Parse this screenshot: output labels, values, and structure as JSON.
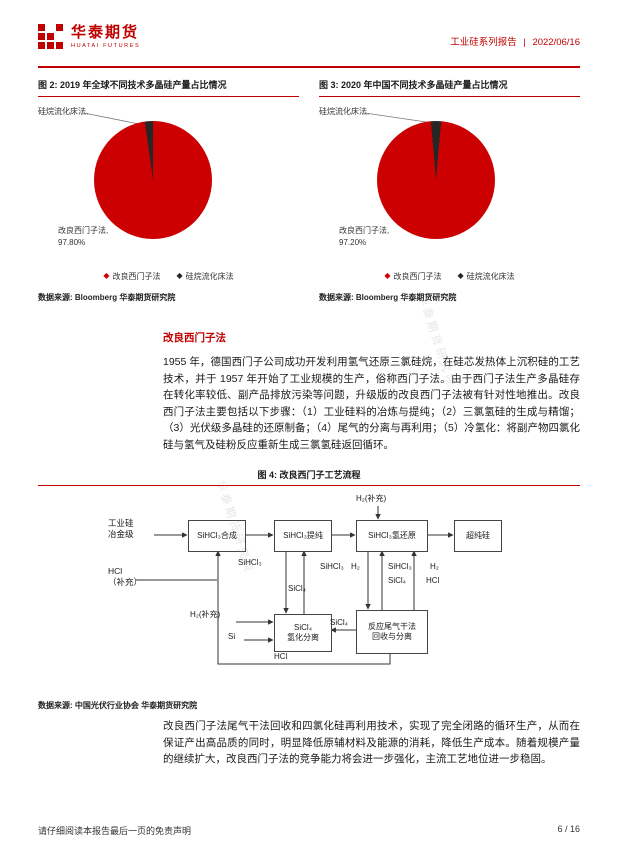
{
  "header": {
    "brand_cn": "华泰期货",
    "brand_en": "HUATAI FUTURES",
    "series": "工业硅系列报告",
    "separator": "|",
    "date": "2022/06/16"
  },
  "colors": {
    "accent_red": "#C00000",
    "pie_major": "#CC0000",
    "pie_minor": "#262626"
  },
  "chart_data": [
    {
      "type": "pie",
      "title": "图 2: 2019 年全球不同技术多晶硅产量占比情况",
      "labels": [
        "改良西门子法",
        "硅烷流化床法"
      ],
      "values": [
        97.8,
        2.2
      ],
      "colors": [
        "#CC0000",
        "#262626"
      ],
      "legend_position": "bottom"
    },
    {
      "type": "pie",
      "title": "图 3: 2020 年中国不同技术多晶硅产量占比情况",
      "labels": [
        "改良西门子法",
        "硅烷流化床法"
      ],
      "values": [
        97.2,
        2.8
      ],
      "colors": [
        "#CC0000",
        "#262626"
      ],
      "legend_position": "bottom"
    }
  ],
  "figures": {
    "fig2": {
      "title": "图 2: 2019 年全球不同技术多晶硅产量占比情况",
      "minor_label": "硅烷流化床法,",
      "major_label_line1": "改良西门子法,",
      "major_label_line2": "97.80%",
      "legend": [
        "改良西门子法",
        "硅烷流化床法"
      ],
      "source": "数据来源: Bloomberg 华泰期货研究院"
    },
    "fig3": {
      "title": "图 3: 2020 年中国不同技术多晶硅产量占比情况",
      "minor_label": "硅烷流化床法,",
      "major_label_line1": "改良西门子法,",
      "major_label_line2": "97.20%",
      "legend": [
        "改良西门子法",
        "硅烷流化床法"
      ],
      "source": "数据来源: Bloomberg 华泰期货研究院"
    }
  },
  "section": {
    "heading": "改良西门子法",
    "paragraph": "1955 年，德国西门子公司成功开发利用氢气还原三氯硅烷，在硅芯发热体上沉积硅的工艺技术，并于 1957 年开始了工业规模的生产，俗称西门子法。由于西门子法生产多晶硅存在转化率较低、副产品排放污染等问题，升级版的改良西门子法被有针对性地推出。改良西门子法主要包括以下步骤：（1）工业硅料的冶炼与提纯；（2）三氯氢硅的生成与精馏；（3）光伏级多晶硅的还原制备；（4）尾气的分离与再利用；（5）冷氢化：将副产物四氯化硅与氢气及硅粉反应重新生成三氯氢硅返回循环。"
  },
  "fig4": {
    "title": "图 4: 改良西门子工艺流程",
    "source": "数据来源: 中国光伏行业协会 华泰期货研究院",
    "nodes": {
      "input_line1": "工业硅",
      "input_line2": "冶金级",
      "synthesis": "SiHCl₃合成",
      "purification": "SiHCl₃提纯",
      "reduction": "SiHCl₃氢还原",
      "product": "超纯硅",
      "hydro_line1": "SiCl₄",
      "hydro_line2": "氢化分离",
      "tailgas_line1": "反应尾气干法",
      "tailgas_line2": "回收与分离"
    },
    "labels": {
      "h2_top": "H₂(补充)",
      "hcl_line1": "HCl",
      "hcl_line2": "（补充）",
      "sihcl3_left": "SiHCl₃",
      "sicl4_vert": "SiCl₄",
      "sihcl3_mid": "SiHCl₃",
      "h2_mid": "H₂",
      "sihcl3_right": "SiHCl₃",
      "h2_right": "H₂",
      "sicl4_right": "SiCl₄",
      "hcl_right": "HCl",
      "h2_supp": "H₂(补充)",
      "si": "Si",
      "sicl4_recycle": "SiCl₄",
      "hcl_loop": "HCl"
    }
  },
  "closing_paragraph": "改良西门子法尾气干法回收和四氯化硅再利用技术，实现了完全闭路的循环生产，从而在保证产出高品质的同时，明显降低原辅材料及能源的消耗，降低生产成本。随着规模产量的继续扩大，改良西门子法的竞争能力将会进一步强化，主流工艺地位进一步稳固。",
  "page": {
    "footer_disclaimer": "请仔细阅读本报告最后一页的免责声明",
    "page_number": "6 / 16",
    "watermark": "华泰期货研究院"
  }
}
